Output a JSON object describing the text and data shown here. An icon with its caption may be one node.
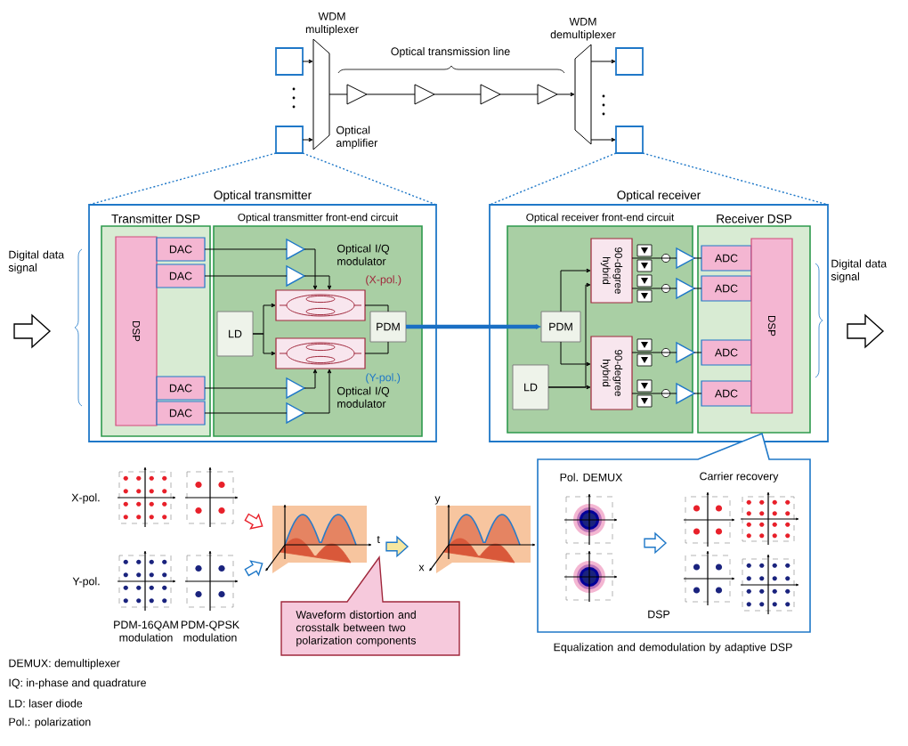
{
  "diagram": {
    "nodes": [
      {
        "text": [],
        "shape": "box"
      },
      {
        "text": [],
        "shape": "box"
      },
      {
        "text": [
          "WDM multiplexer"
        ]
      },
      {
        "text": [],
        "shape": "triangle"
      },
      {
        "text": [],
        "shape": "triangle"
      },
      {
        "text": [],
        "shape": "triangle"
      },
      {
        "text": [],
        "shape": "triangle"
      },
      {
        "text": [
          "WDM demultiplexer"
        ]
      },
      {
        "text": [],
        "shape": "box"
      },
      {
        "text": [],
        "shape": "box"
      },
      {
        "text": [
          "Optical transmitter"
        ]
      },
      {
        "text": [
          "Transmitter DSP"
        ],
        "in": 10
      },
      {
        "text": [
          "DSP"
        ],
        "in": 11
      },
      {
        "text": [
          "DAC"
        ],
        "in": 11
      },
      {
        "text": [
          "DAC"
        ],
        "in": 11
      },
      {
        "text": [
          "DAC"
        ],
        "in": 11
      },
      {
        "text": [
          "DAC"
        ],
        "in": 11
      },
      {
        "text": [
          "Optical transmitter front-end circuit"
        ],
        "in": 10
      },
      {
        "text": [],
        "shape": "triangle",
        "in": 17
      },
      {
        "text": [],
        "shape": "triangle",
        "in": 17
      },
      {
        "text": [],
        "shape": "box",
        "in": 17,
        "beside": [
          "Optical I/Q modulator",
          "(X-pol.)"
        ]
      },
      {
        "text": [
          "LD"
        ],
        "in": 17
      },
      {
        "text": [
          "PDM"
        ],
        "in": 17
      },
      {
        "text": [],
        "shape": "box",
        "in": 17,
        "beside": [
          "(Y-pol.)",
          "Optical I/Q modulator"
        ]
      },
      {
        "text": [],
        "shape": "triangle",
        "in": 17
      },
      {
        "text": [],
        "shape": "triangle",
        "in": 17
      },
      {
        "text": [
          "Optical receiver"
        ]
      },
      {
        "text": [
          "Optical receiver front-end circuit"
        ],
        "in": 26
      },
      {
        "text": [
          "90-degree hybrid"
        ],
        "in": 27
      },
      {
        "text": [
          "PDM"
        ],
        "in": 27
      },
      {
        "text": [
          "90-degree hybrid"
        ],
        "in": 27
      },
      {
        "text": [
          "LD"
        ],
        "in": 27
      },
      {
        "text": [],
        "shape": "triangle",
        "in": 27
      },
      {
        "text": [],
        "shape": "triangle",
        "in": 27
      },
      {
        "text": [],
        "shape": "triangle",
        "in": 27
      },
      {
        "text": [],
        "shape": "triangle",
        "in": 27
      },
      {
        "text": [
          "Receiver DSP"
        ],
        "in": 26
      },
      {
        "text": [
          "ADC"
        ],
        "in": 36
      },
      {
        "text": [
          "ADC"
        ],
        "in": 36
      },
      {
        "text": [
          "ADC"
        ],
        "in": 36
      },
      {
        "text": [
          "ADC"
        ],
        "in": 36
      },
      {
        "text": [
          "DSP"
        ],
        "in": 36
      },
      {
        "text": [
          "Waveform distortion and crosstalk between two polarization components"
        ]
      },
      {
        "text": [
          "Pol. DEMUX",
          "Carrier recovery",
          "DSP"
        ],
        "beside": [
          "Equalization and demodulation by adaptive DSP"
        ]
      }
    ],
    "edges": [
      {
        "from": 0,
        "to": 2,
        "arrow": "to"
      },
      {
        "from": 1,
        "to": 2,
        "arrow": "to"
      },
      {
        "from": 2,
        "to": 3,
        "arrow": "none"
      },
      {
        "from": 3,
        "to": 4,
        "arrow": "none"
      },
      {
        "from": 4,
        "to": 5,
        "arrow": "none"
      },
      {
        "from": 5,
        "to": 6,
        "arrow": "none"
      },
      {
        "from": 6,
        "to": 7,
        "arrow": "to"
      },
      {
        "from": 7,
        "to": 8,
        "arrow": "to"
      },
      {
        "from": 7,
        "to": 9,
        "arrow": "to"
      },
      {
        "from": 13,
        "to": 18,
        "arrow": "none"
      },
      {
        "from": 14,
        "to": 19,
        "arrow": "none"
      },
      {
        "from": 15,
        "to": 24,
        "arrow": "none"
      },
      {
        "from": 16,
        "to": 25,
        "arrow": "none"
      },
      {
        "from": 18,
        "to": 20,
        "arrow": "to"
      },
      {
        "from": 19,
        "to": 20,
        "arrow": "to"
      },
      {
        "from": 24,
        "to": 23,
        "arrow": "to"
      },
      {
        "from": 25,
        "to": 23,
        "arrow": "to"
      },
      {
        "from": 21,
        "to": 20,
        "arrow": "to"
      },
      {
        "from": 21,
        "to": 23,
        "arrow": "to"
      },
      {
        "from": 20,
        "to": 22,
        "arrow": "none"
      },
      {
        "from": 23,
        "to": 22,
        "arrow": "none"
      },
      {
        "from": 22,
        "to": 29,
        "arrow": "to",
        "style": "thick",
        "color": "#1a6fc4"
      },
      {
        "from": 29,
        "to": 28,
        "arrow": "to"
      },
      {
        "from": 29,
        "to": 30,
        "arrow": "to"
      },
      {
        "from": 31,
        "to": 28,
        "arrow": "to"
      },
      {
        "from": 31,
        "to": 30,
        "arrow": "to"
      },
      {
        "from": 28,
        "to": 32,
        "arrow": "none"
      },
      {
        "from": 28,
        "to": 33,
        "arrow": "none"
      },
      {
        "from": 30,
        "to": 34,
        "arrow": "none"
      },
      {
        "from": 30,
        "to": 35,
        "arrow": "none"
      },
      {
        "from": 32,
        "to": 37,
        "arrow": "none"
      },
      {
        "from": 33,
        "to": 38,
        "arrow": "none"
      },
      {
        "from": 34,
        "to": 39,
        "arrow": "none"
      },
      {
        "from": 35,
        "to": 40,
        "arrow": "none"
      },
      {
        "from": 1,
        "to": 10,
        "arrow": "none",
        "style": "dashed",
        "color": "#1f78c8"
      },
      {
        "from": 1,
        "to": 10,
        "arrow": "none",
        "style": "dashed",
        "color": "#1f78c8"
      },
      {
        "from": 9,
        "to": 26,
        "arrow": "none",
        "style": "dashed",
        "color": "#1f78c8"
      },
      {
        "from": 9,
        "to": 26,
        "arrow": "none",
        "style": "dashed",
        "color": "#1f78c8"
      }
    ],
    "labels": [
      "Optical transmission line",
      "Optical amplifier",
      "Digital data signal",
      "Digital data signal",
      "X-pol.",
      "Y-pol.",
      "t",
      "y",
      "x",
      "PDM-16QAM modulation",
      "PDM-QPSK modulation",
      "DEMUX: demultiplexer",
      "IQ: in-phase and quadrature",
      "LD: laser diode",
      "Pol.: polarization"
    ]
  }
}
